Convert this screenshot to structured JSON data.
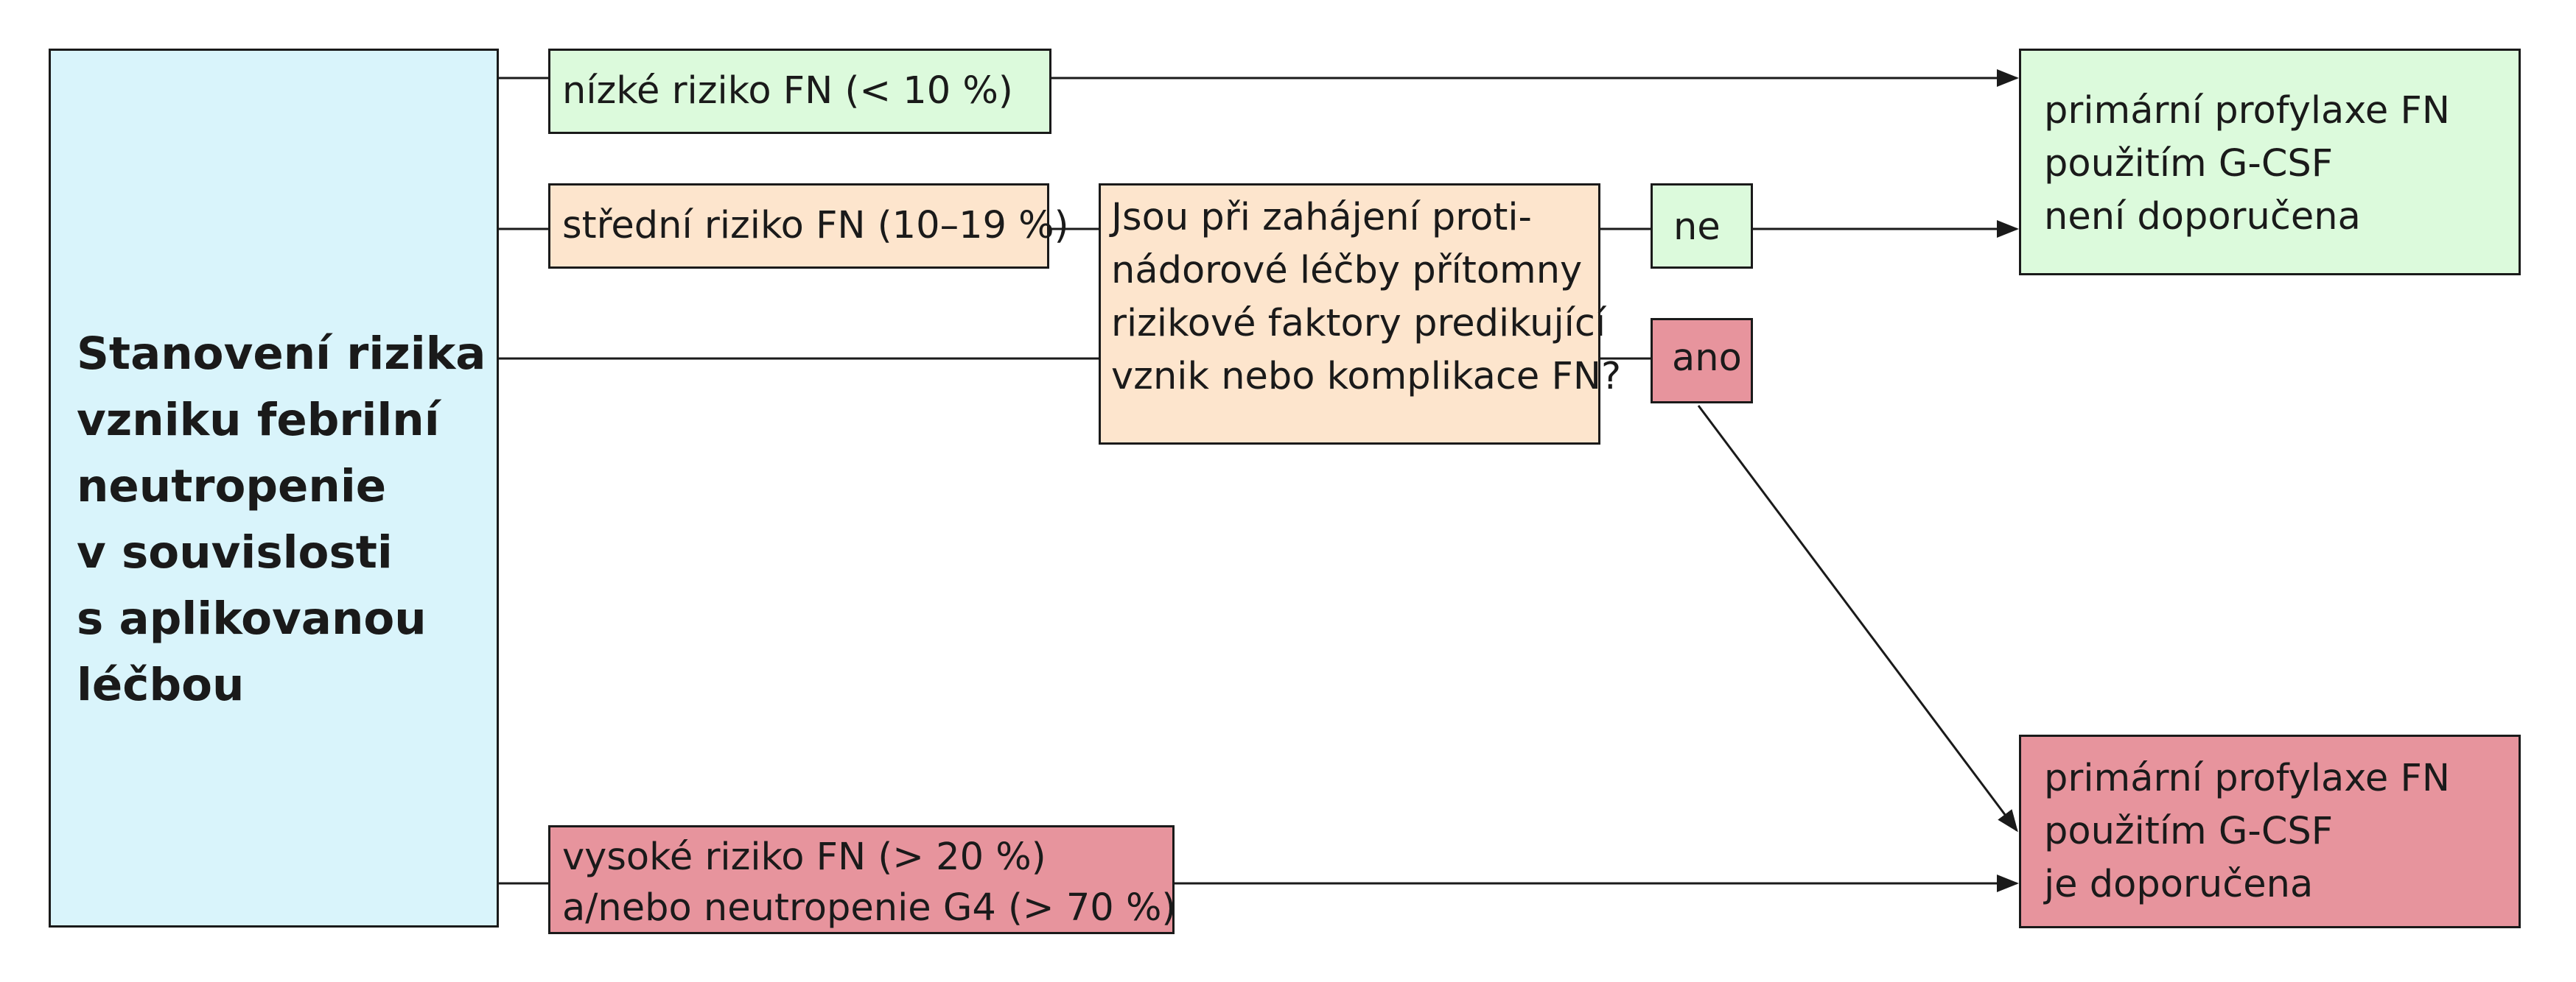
{
  "colors": {
    "main": "#d9f4fb",
    "low": "#dcfadc",
    "medium": "#fde5cd",
    "high": "#e7949d",
    "line": "#1a1a1a"
  },
  "main_box": {
    "lines": [
      "Stanovení rizika",
      "vzniku febrilní",
      "neutropenie",
      "v souvislosti",
      "s aplikovanou",
      "léčbou"
    ]
  },
  "low_risk": {
    "label": "nízké riziko FN (< 10 %)"
  },
  "medium_risk": {
    "label": "střední riziko FN (10–19 %)"
  },
  "question": {
    "lines": [
      "Jsou při zahájení proti-",
      "nádorové léčby přítomny",
      "rizikové faktory predikující",
      "vznik nebo komplikace FN?"
    ]
  },
  "answer_no": {
    "label": "ne"
  },
  "answer_yes": {
    "label": "ano"
  },
  "high_risk": {
    "lines": [
      "vysoké riziko FN (> 20 %)",
      "a/nebo neutropenie G4 (> 70 %)"
    ]
  },
  "result_not_recommended": {
    "lines": [
      "primární profylaxe FN",
      "použitím G-CSF",
      "není doporučena"
    ]
  },
  "result_recommended": {
    "lines": [
      "primární profylaxe FN",
      "použitím G-CSF",
      "je doporučena"
    ]
  }
}
